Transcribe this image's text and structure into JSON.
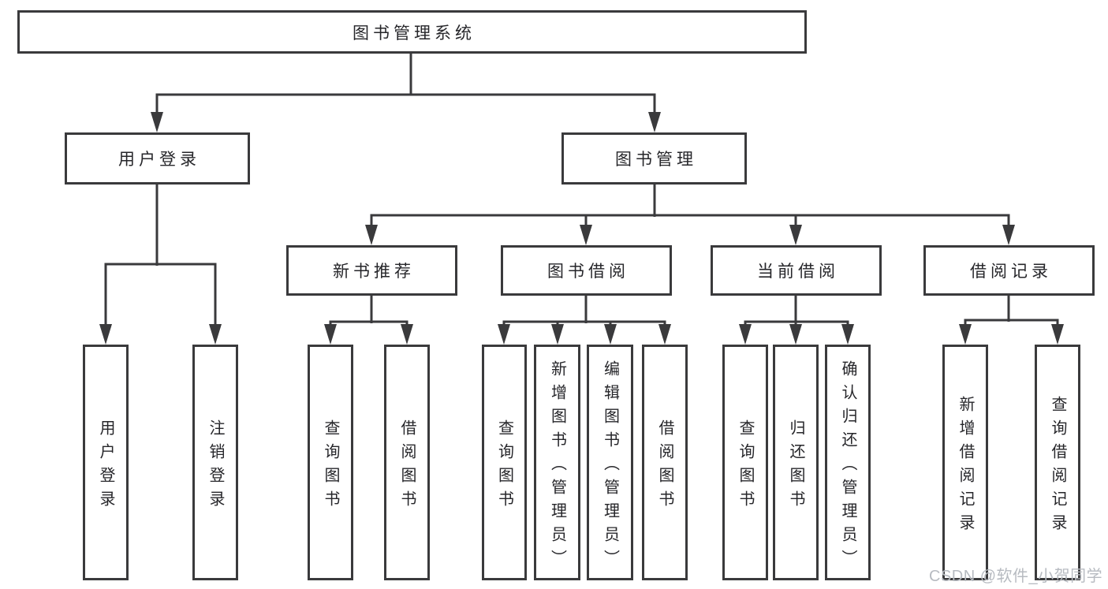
{
  "tree": {
    "root": {
      "label": "图书管理系统",
      "children": [
        {
          "label": "用户登录",
          "children": [
            {
              "label": "用户登录"
            },
            {
              "label": "注销登录"
            }
          ]
        },
        {
          "label": "图书管理",
          "children": [
            {
              "label": "新书推荐",
              "children": [
                {
                  "label": "查询图书"
                },
                {
                  "label": "借阅图书"
                }
              ]
            },
            {
              "label": "图书借阅",
              "children": [
                {
                  "label": "查询图书"
                },
                {
                  "label": "新增图书（管理员）"
                },
                {
                  "label": "编辑图书（管理员）"
                },
                {
                  "label": "借阅图书"
                }
              ]
            },
            {
              "label": "当前借阅",
              "children": [
                {
                  "label": "查询图书"
                },
                {
                  "label": "归还图书"
                },
                {
                  "label": "确认归还（管理员）"
                }
              ]
            },
            {
              "label": "借阅记录",
              "children": [
                {
                  "label": "新增借阅记录"
                },
                {
                  "label": "查询借阅记录"
                }
              ]
            }
          ]
        }
      ]
    }
  },
  "watermark": {
    "text": "CSDN @软件_小贺同学"
  },
  "colors": {
    "line": "#3a3a3c",
    "text": "#26262a",
    "background": "#ffffff",
    "watermark": "#b7bbc1"
  }
}
